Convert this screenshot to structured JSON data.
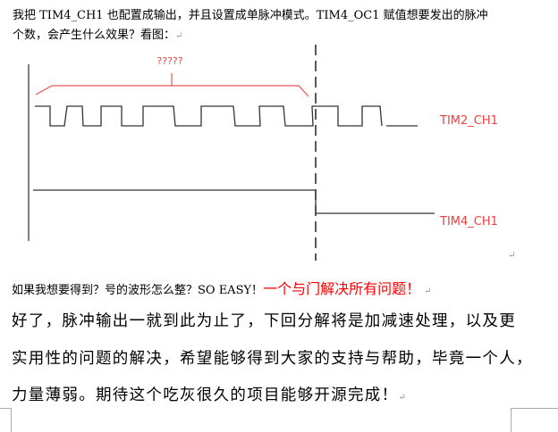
{
  "intro": {
    "line1": "我把 TIM4_CH1 也配置成输出，并且设置成单脉冲模式。TIM4_OC1 赋值想要发出的脉冲",
    "line2": "个数，会产生什么效果？看图："
  },
  "diagram": {
    "question": "?????",
    "tim2_label": "TIM2_CH1",
    "tim4_label": "TIM4_CH1"
  },
  "question_line": {
    "text": "如果我想要得到？号的波形怎么整？SO EASY！",
    "answer": "一个与门解决所有问题！"
  },
  "closing": {
    "line1": "好了，脉冲输出一就到此为止了，下回分解将是加减速处理，以及更",
    "line2": "实用性的问题的解决，希望能够得到大家的支持与帮助，毕竟一个人，",
    "line3": "力量薄弱。期待这个吃灰很久的项目能够开源完成！"
  },
  "paragraph_mark": "↵",
  "colors": {
    "red": "#ff0000",
    "diagram_red": "#f04040"
  }
}
